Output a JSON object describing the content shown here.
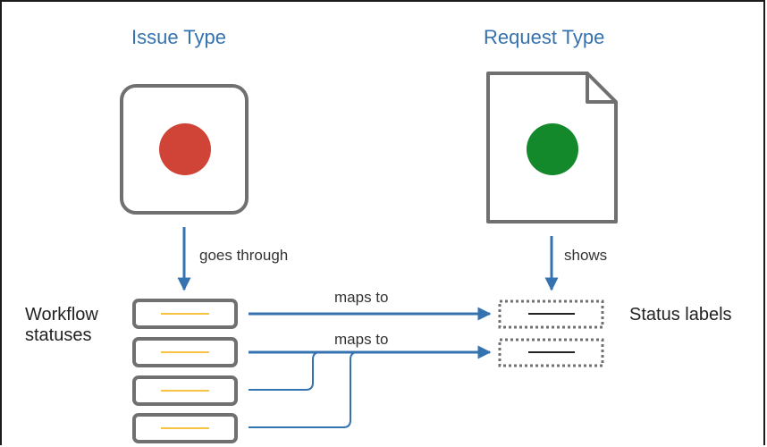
{
  "titles": {
    "issue_type": "Issue Type",
    "request_type": "Request Type"
  },
  "labels": {
    "goes_through": "goes through",
    "shows": "shows",
    "maps_to_1": "maps to",
    "maps_to_2": "maps to",
    "workflow_line1": "Workflow",
    "workflow_line2": "statuses",
    "status_labels": "Status labels"
  },
  "colors": {
    "title": "#3572b0",
    "arrow": "#3572b0",
    "issue_dot": "#d04437",
    "request_dot": "#14892c",
    "status_line": "#f6c342",
    "outline": "#707070"
  }
}
